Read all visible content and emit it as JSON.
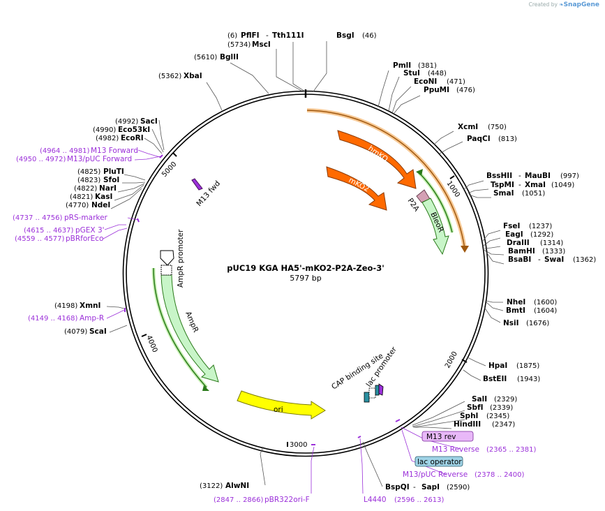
{
  "credit": {
    "prefix": "Created by",
    "brand": "SnapGene"
  },
  "plasmid": {
    "name": "pUC19 KGA HA5'-mKO2-P2A-Zeo-3'",
    "size_label": "5797 bp"
  },
  "ticks": [
    {
      "label": "1000"
    },
    {
      "label": "2000"
    },
    {
      "label": "3000"
    },
    {
      "label": "4000"
    },
    {
      "label": "5000"
    }
  ],
  "sites": [
    {
      "name": "PflFI",
      "pos": "(6)"
    },
    {
      "name": "Tth111I",
      "prefix": "- "
    },
    {
      "name": "MscI",
      "pos": "(5734)"
    },
    {
      "name": "BsgI",
      "pos": "(46)"
    },
    {
      "name": "BglII",
      "pos": "(5610)"
    },
    {
      "name": "XbaI",
      "pos": "(5362)"
    },
    {
      "name": "PmlI",
      "pos": "(381)"
    },
    {
      "name": "StuI",
      "pos": "(448)"
    },
    {
      "name": "EcoNI",
      "pos": "(471)"
    },
    {
      "name": "PpuMI",
      "pos": "(476)"
    },
    {
      "name": "XcmI",
      "pos": "(750)"
    },
    {
      "name": "PaqCI",
      "pos": "(813)"
    },
    {
      "name": "BssHII",
      "pos": "(997)"
    },
    {
      "name": "MauBI",
      "prefix": "- "
    },
    {
      "name": "TspMI",
      "pos": "(1049)"
    },
    {
      "name": "XmaI",
      "prefix": "- "
    },
    {
      "name": "SmaI",
      "pos": "(1051)"
    },
    {
      "name": "FseI",
      "pos": "(1237)"
    },
    {
      "name": "EagI",
      "pos": "(1292)"
    },
    {
      "name": "DraIII",
      "pos": "(1314)"
    },
    {
      "name": "BamHI",
      "pos": "(1333)"
    },
    {
      "name": "BsaBI",
      "pos": "(1362)"
    },
    {
      "name": "SwaI",
      "prefix": "- "
    },
    {
      "name": "NheI",
      "pos": "(1600)"
    },
    {
      "name": "BmtI",
      "pos": "(1604)"
    },
    {
      "name": "NsiI",
      "pos": "(1676)"
    },
    {
      "name": "HpaI",
      "pos": "(1875)"
    },
    {
      "name": "BstEII",
      "pos": "(1943)"
    },
    {
      "name": "SalI",
      "pos": "(2329)"
    },
    {
      "name": "SbfI",
      "pos": "(2339)"
    },
    {
      "name": "SphI",
      "pos": "(2345)"
    },
    {
      "name": "HindIII",
      "pos": "(2347)"
    },
    {
      "name": "BspQI",
      "pos": "(2590)"
    },
    {
      "name": "SapI",
      "prefix": "- "
    },
    {
      "name": "AlwNI",
      "pos": "(3122)"
    },
    {
      "name": "ScaI",
      "pos": "(4079)"
    },
    {
      "name": "XmnI",
      "pos": "(4198)"
    },
    {
      "name": "NdeI",
      "pos": "(4770)"
    },
    {
      "name": "KasI",
      "pos": "(4821)"
    },
    {
      "name": "NarI",
      "pos": "(4822)"
    },
    {
      "name": "SfoI",
      "pos": "(4823)"
    },
    {
      "name": "PluTI",
      "pos": "(4825)"
    },
    {
      "name": "EcoRI",
      "pos": "(4982)"
    },
    {
      "name": "Eco53kI",
      "pos": "(4990)"
    },
    {
      "name": "SacI",
      "pos": "(4992)"
    }
  ],
  "primers": [
    {
      "name": "M13 Forward",
      "pos": "(4964 .. 4981)"
    },
    {
      "name": "M13/pUC Forward",
      "pos": "(4950 .. 4972)"
    },
    {
      "name": "pRS-marker",
      "pos": "(4737 .. 4756)"
    },
    {
      "name": "pGEX 3'",
      "pos": "(4615 .. 4637)"
    },
    {
      "name": "pBRforEco",
      "pos": "(4559 .. 4577)"
    },
    {
      "name": "Amp-R",
      "pos": "(4149 .. 4168)"
    },
    {
      "name": "M13 Reverse",
      "pos": "(2365 .. 2381)"
    },
    {
      "name": "M13/pUC Reverse",
      "pos": "(2378 .. 2400)"
    },
    {
      "name": "pBR322ori-F",
      "pos": "(2847 .. 2866)"
    },
    {
      "name": "L4440",
      "pos": "(2596 .. 2613)"
    }
  ],
  "features": {
    "hmKO": "hmKO",
    "mKO2": "mKO2",
    "P2A": "P2A",
    "BleoR": "BleoR",
    "AmpR": "AmpR",
    "AmpR_promoter": "AmpR promoter",
    "ori": "ori",
    "M13_fwd": "M13 fwd",
    "CAP": "CAP binding site",
    "lac_promoter": "lac promoter"
  },
  "boxes": {
    "m13rev": "M13 rev",
    "lac_operator": "lac operator"
  },
  "colors": {
    "hmKO": "#ff6a00",
    "BleoR": "#c8f5c8",
    "AmpR": "#c8f5c8",
    "ori": "#ffff00",
    "primer": "#9b30d9",
    "lac_operator": "#9fd3e6",
    "m13rev_box": "#e8b8f8",
    "P2A": "#d4a0b4"
  }
}
